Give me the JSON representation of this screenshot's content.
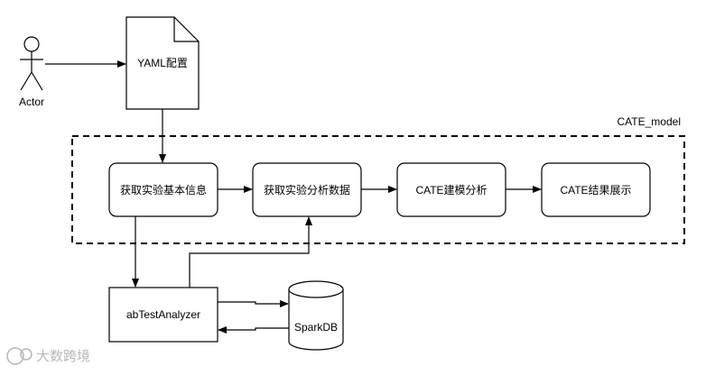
{
  "actor": {
    "label": "Actor"
  },
  "document": {
    "label": "YAML配置"
  },
  "group": {
    "label": "CATE_model"
  },
  "process_steps": [
    {
      "label": "获取实验基本信息"
    },
    {
      "label": "获取实验分析数据"
    },
    {
      "label": "CATE建模分析"
    },
    {
      "label": "CATE结果展示"
    }
  ],
  "analyzer": {
    "label": "abTestAnalyzer"
  },
  "database": {
    "label": "SparkDB"
  },
  "watermark": {
    "text": "大数跨境"
  },
  "colors": {
    "stroke": "#000000",
    "background": "#ffffff",
    "watermark": "#b9b9b9"
  }
}
